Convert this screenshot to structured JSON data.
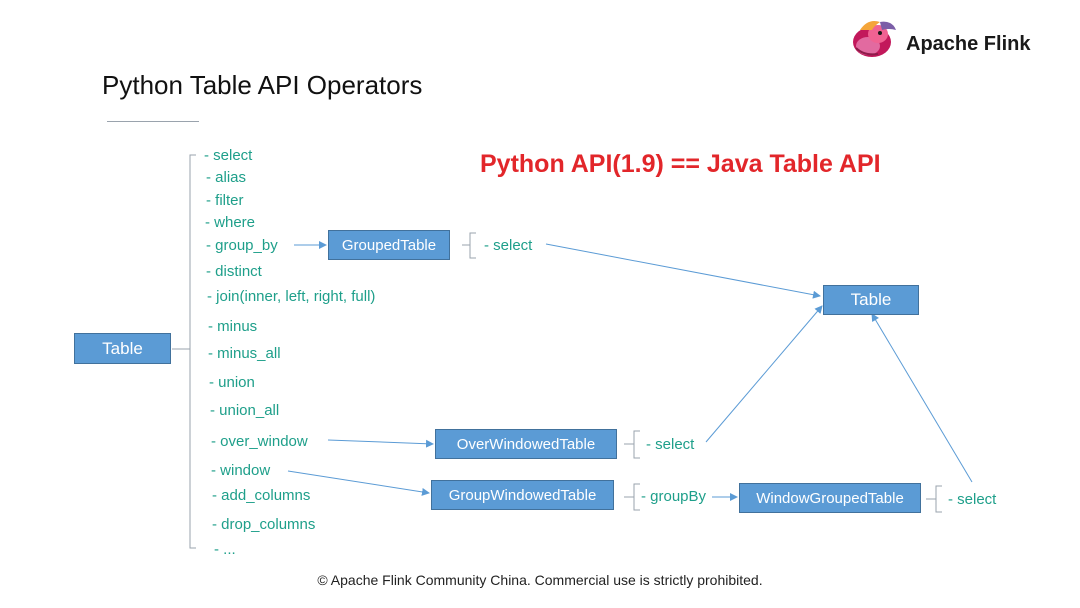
{
  "slide": {
    "title": "Python Table API Operators",
    "logo_text": "Apache Flink",
    "headline": "Python API(1.9) == Java Table API",
    "footer": "© Apache Flink Community China. Commercial use is strictly prohibited."
  },
  "boxes": {
    "table_source": "Table",
    "grouped_table": "GroupedTable",
    "table_result": "Table",
    "over_windowed_table": "OverWindowedTable",
    "group_windowed_table": "GroupWindowedTable",
    "window_grouped_table": "WindowGroupedTable"
  },
  "operators": [
    "- select",
    "- alias",
    "- filter",
    "- where",
    "- group_by",
    "- distinct",
    "- join(inner, left, right, full)",
    "- minus",
    "- minus_all",
    "- union",
    "- union_all",
    "- over_window",
    "- window",
    "- add_columns",
    "- drop_columns",
    "- ..."
  ],
  "secondary_ops": {
    "grouped_select": "- select",
    "over_select": "- select",
    "group_window_groupby": "- groupBy",
    "window_grouped_select": "- select"
  },
  "colors": {
    "box_fill": "#5b9bd5",
    "box_border": "#41719c",
    "operator_text": "#1e9f8a",
    "headline": "#e2262a",
    "arrow": "#5b9bd5"
  }
}
